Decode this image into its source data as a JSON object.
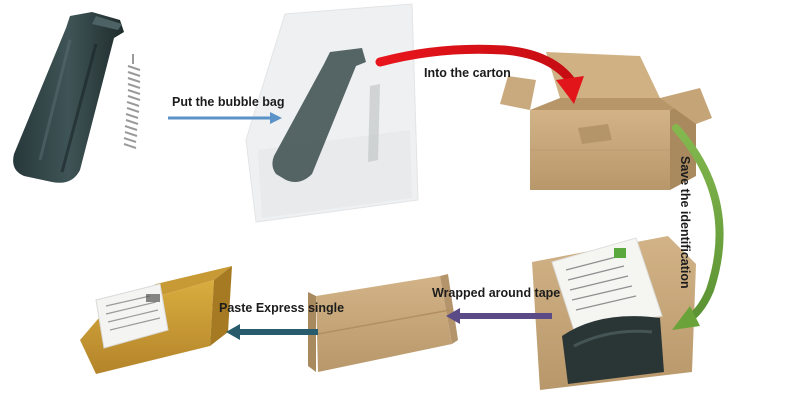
{
  "steps": {
    "bubble_bag": "Put the bubble bag",
    "into_carton": "Into the carton",
    "save_identification": "Save the identification",
    "wrapped_tape": "Wrapped around tape",
    "paste_express": "Paste Express single"
  },
  "colors": {
    "arrow_blue": "#5b93c9",
    "arrow_red": "#e2151b",
    "arrow_green": "#6aa33a",
    "arrow_purple": "#5a4a86",
    "arrow_teal": "#285c6c",
    "cardboard": "#c8a97c",
    "cardboard_dark": "#a98a5f",
    "plastic_part": "#2f3d3e",
    "tape": "#c99a2c"
  }
}
